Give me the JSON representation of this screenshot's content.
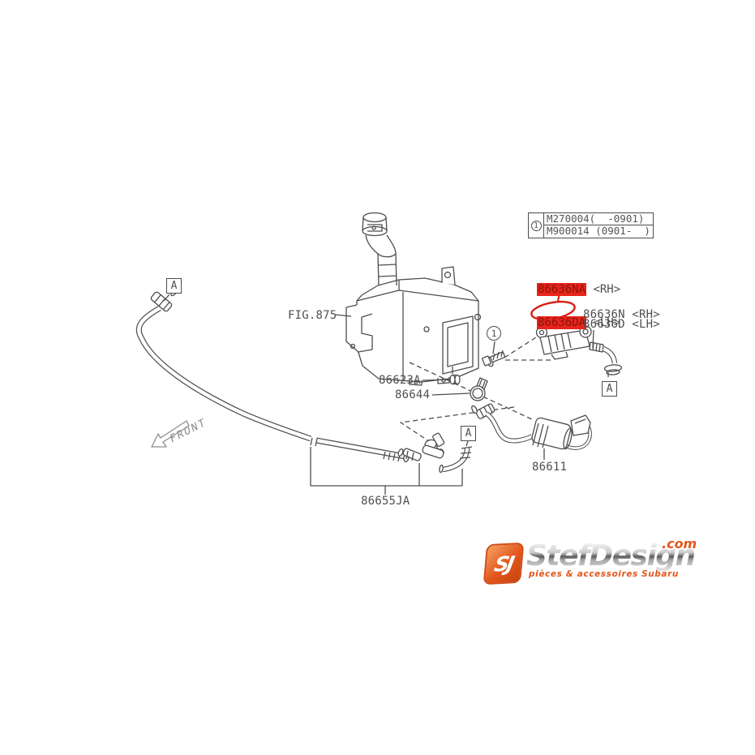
{
  "diagram": {
    "fig_ref": "FIG.875",
    "front_label": "FRONT",
    "marker_a": "A",
    "callout_1": "1",
    "cover_rh_part": "86636NA",
    "cover_rh_side": " <RH>",
    "cover_lh_part": "86636DA",
    "cover_lh_side": " <LH>",
    "nozzle_rh": "86636N <RH>",
    "nozzle_lh": "86636D <LH>",
    "grommet": "86623A",
    "clamp": "86644",
    "washer_motor": "86611",
    "hose_assy": "86655JA"
  },
  "ref_table": {
    "index": "1",
    "row1": "M270004(  -0901)",
    "row2": "M900014 (0901-  )"
  },
  "watermark": {
    "monogram": "SJ",
    "brand": "StefDesign",
    "tld": ".com",
    "tagline": "pièces & accessoires Subaru"
  },
  "colors": {
    "line": "#4d4d4d",
    "highlight_stroke": "#d81f14",
    "highlight_fill": "#e8241c",
    "accent_orange": "#e2571c"
  }
}
